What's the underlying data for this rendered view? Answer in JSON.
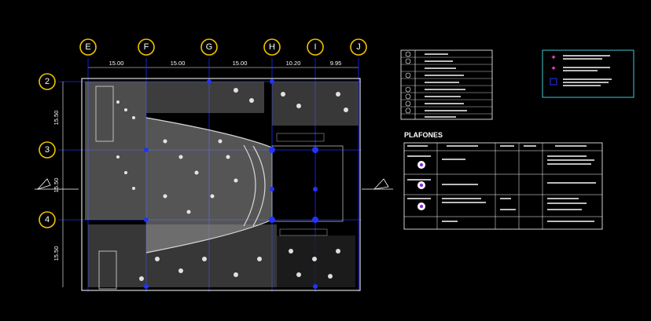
{
  "axes_top": [
    "E",
    "F",
    "G",
    "H",
    "I",
    "J"
  ],
  "axes_left": [
    "2",
    "3",
    "4"
  ],
  "dims_top": [
    "15.00",
    "15.00",
    "15.00",
    "10.20",
    "9.95"
  ],
  "dims_left": [
    "15.50",
    "15.50",
    "15.50"
  ],
  "ceiling_title": "PLAFONES",
  "colors": {
    "axis": "#f2c200",
    "grid": "#1a2aff",
    "column": "#2233ff",
    "legend_frame": "#3ec8d8",
    "legend_symbol": "#ff3fd2"
  }
}
